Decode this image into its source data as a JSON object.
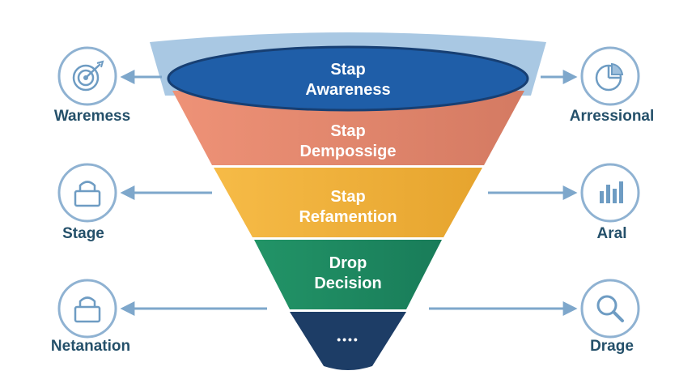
{
  "funnel": {
    "stages": [
      {
        "line1": "Stap",
        "line2": "Awareness"
      },
      {
        "line1": "Stap",
        "line2": "Dempossige"
      },
      {
        "line1": "Stap",
        "line2": "Refamention"
      },
      {
        "line1": "Drop",
        "line2": "Decision"
      },
      {
        "line1": "••••",
        "line2": ""
      }
    ]
  },
  "left_items": [
    {
      "label": "Waremess",
      "icon": "target-icon"
    },
    {
      "label": "Stage",
      "icon": "bag-icon"
    },
    {
      "label": "Netanation",
      "icon": "bag-icon"
    }
  ],
  "right_items": [
    {
      "label": "Arressional",
      "icon": "pie-chart-icon"
    },
    {
      "label": "Aral",
      "icon": "bar-chart-icon"
    },
    {
      "label": "Drage",
      "icon": "magnifier-icon"
    }
  ],
  "colors": {
    "rim": "#a9c8e3",
    "awareness": "#1f5ea8",
    "stage2": "#e2866c",
    "stage3": "#f1b23b",
    "stage4": "#1f8a63",
    "stage5": "#1d3d66",
    "icon": "#6e9cc3",
    "arrow": "#7ea7cb",
    "label": "#24506a"
  }
}
